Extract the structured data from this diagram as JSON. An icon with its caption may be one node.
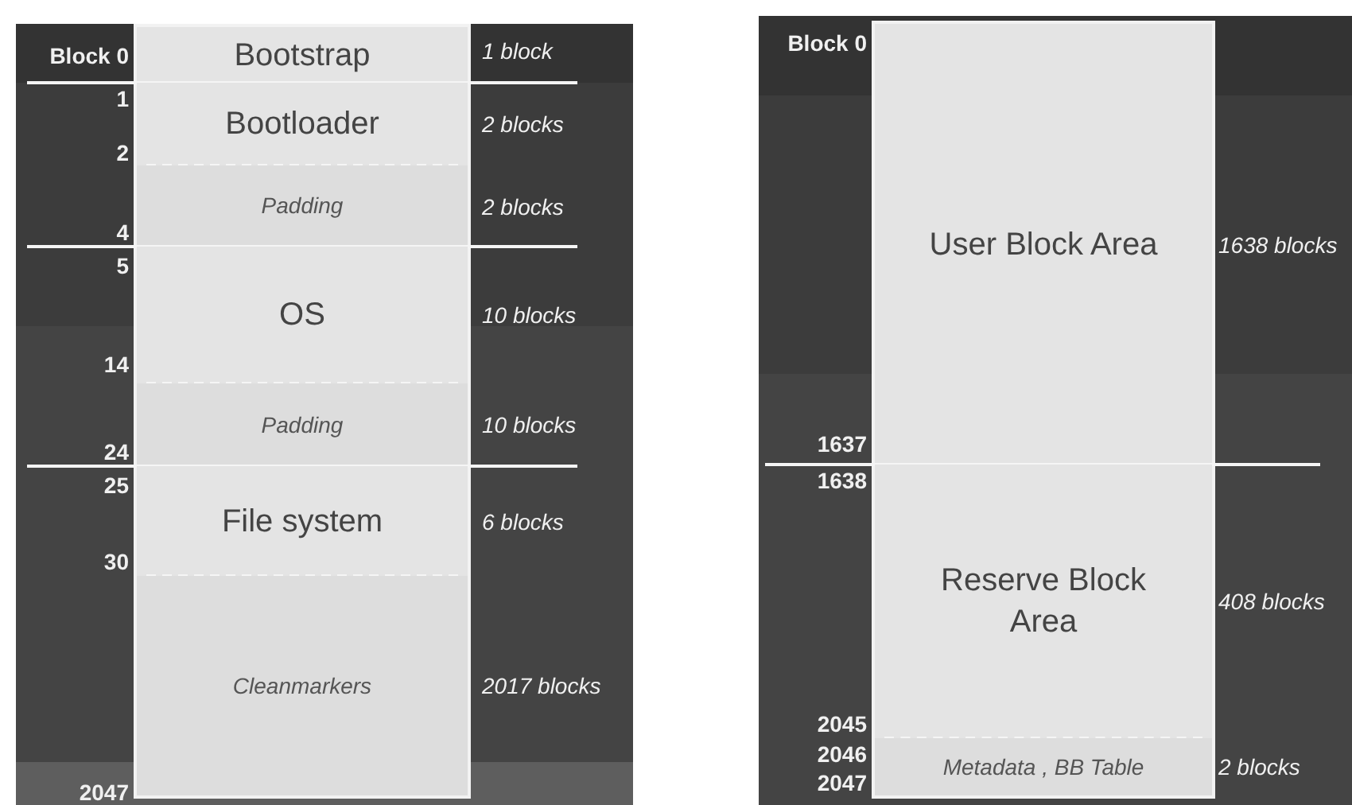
{
  "diagram": {
    "nodes": [
      {
        "text": [
          "Bootstrap"
        ],
        "beside": [
          "1 block"
        ]
      },
      {
        "text": [
          "Bootloader"
        ],
        "beside": [
          "2 blocks"
        ]
      },
      {
        "text": [
          "Padding"
        ],
        "beside": [
          "2 blocks"
        ]
      },
      {
        "text": [
          "OS"
        ],
        "beside": [
          "10 blocks"
        ]
      },
      {
        "text": [
          "Padding"
        ],
        "beside": [
          "10 blocks"
        ]
      },
      {
        "text": [
          "File system"
        ],
        "beside": [
          "6 blocks"
        ]
      },
      {
        "text": [
          "Cleanmarkers"
        ],
        "beside": [
          "2017 blocks"
        ]
      },
      {
        "text": [
          "User Block Area"
        ],
        "beside": [
          "1638 blocks"
        ]
      },
      {
        "text": [
          "Reserve Block Area"
        ],
        "beside": [
          "408 blocks"
        ]
      },
      {
        "text": [
          "Metadata , BB Table"
        ],
        "beside": [
          "2 blocks"
        ]
      }
    ],
    "labels": [
      "Block 0",
      "1",
      "2",
      "4",
      "5",
      "14",
      "24",
      "25",
      "30",
      "2047",
      "Block 0",
      "1637",
      "1638",
      "2045",
      "2046",
      "2047"
    ]
  }
}
